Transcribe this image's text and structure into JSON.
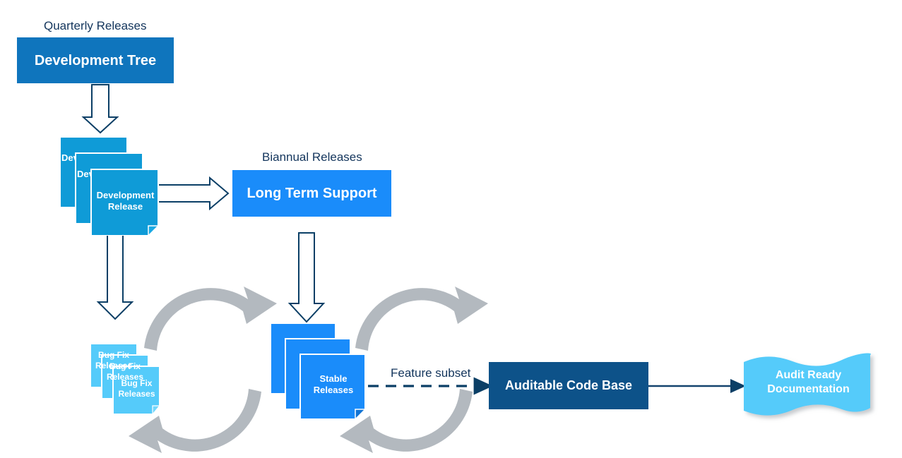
{
  "diagram": {
    "title_captions": [
      {
        "id": "quarterly",
        "text": "Quarterly Releases"
      },
      {
        "id": "biannual",
        "text": "Biannual Releases"
      }
    ],
    "nodes": {
      "development_tree": {
        "label": "Development Tree",
        "color": "#0f75bd"
      },
      "long_term_support": {
        "label": "Long Term Support",
        "color": "#1a8cfa"
      },
      "auditable_code_base": {
        "label": "Auditable Code Base",
        "color": "#0d5289"
      },
      "audit_ready_documentation": {
        "label": "Audit Ready\nDocumentation",
        "color": "#55cbfa"
      }
    },
    "stacks": {
      "development_release": {
        "label": "Development\nRelease",
        "color": "#0f9bd7",
        "count": 3
      },
      "bug_fix_releases": {
        "label": "Bug Fix\nReleases",
        "color": "#55cbfa",
        "count": 3
      },
      "stable_releases": {
        "label": "Stable\nReleases",
        "color": "#1a8cfa",
        "count": 3
      }
    },
    "edge_labels": [
      {
        "id": "feature-subset",
        "text": "Feature subset"
      }
    ],
    "cycles": [
      {
        "id": "bugfix-cycle",
        "color": "#b3b9bf"
      },
      {
        "id": "stable-cycle",
        "color": "#b3b9bf"
      }
    ],
    "connectors": {
      "tree_to_devrelease": "block-arrow-down",
      "devrelease_to_lts": "block-arrow-right",
      "devrelease_to_bugfix": "block-arrow-down",
      "lts_to_stable": "block-arrow-down",
      "stable_to_audit": "dashed-arrow-right",
      "audit_to_docs": "solid-arrow-right"
    },
    "palette": {
      "outline": "#0b3f66",
      "text_dark": "#13355c",
      "gray_arrow": "#b3b9bf",
      "white": "#ffffff"
    }
  }
}
